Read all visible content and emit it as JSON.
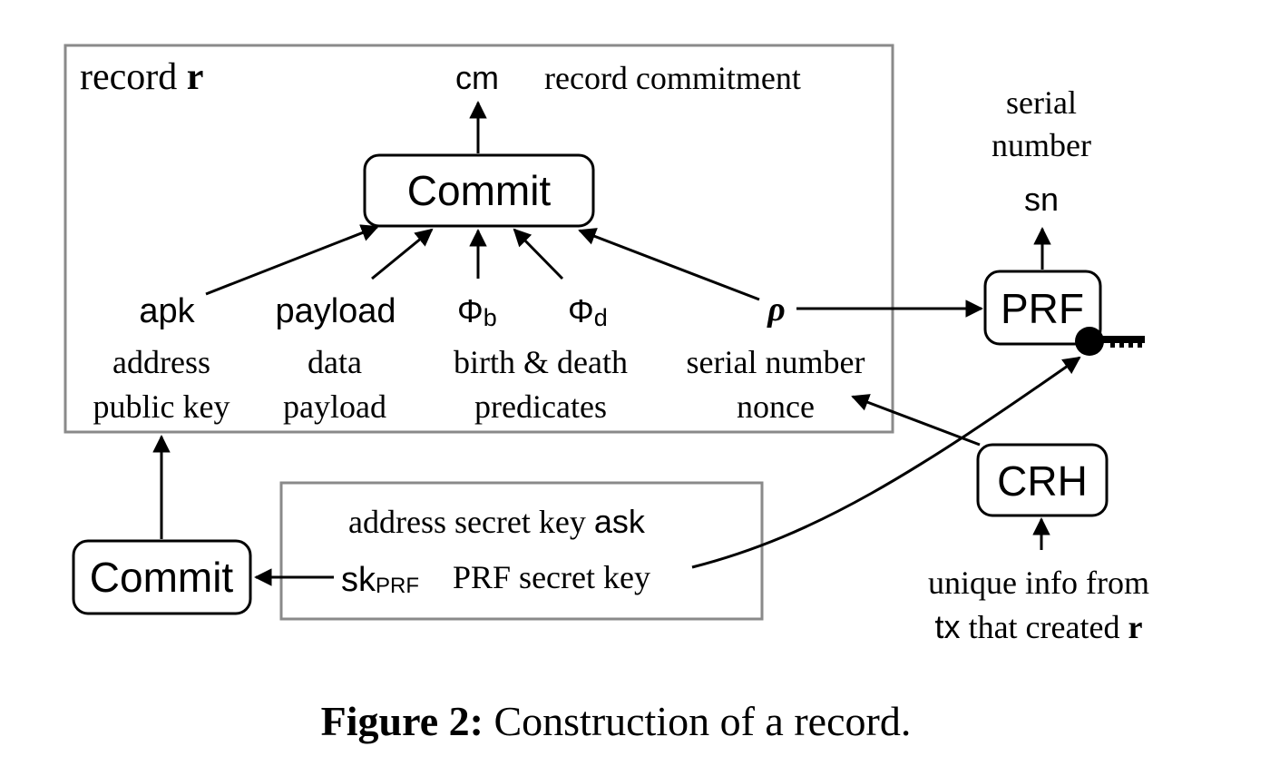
{
  "record_box": {
    "title_word": "record",
    "title_var": "r"
  },
  "output": {
    "cm": "cm",
    "cm_desc": "record commitment"
  },
  "commit_top": "Commit",
  "inputs": {
    "apk": {
      "symbol": "apk",
      "desc_line1": "address",
      "desc_line2": "public key"
    },
    "payload": {
      "symbol": "payload",
      "desc_line1": "data",
      "desc_line2": "payload"
    },
    "phi_b": {
      "base": "Φ",
      "sub": "b"
    },
    "phi_d": {
      "base": "Φ",
      "sub": "d"
    },
    "predicates": {
      "desc_line1": "birth & death",
      "desc_line2": "predicates"
    },
    "rho": {
      "symbol": "ρ",
      "desc_line1": "serial number",
      "desc_line2": "nonce"
    }
  },
  "serial": {
    "label_line1": "serial",
    "label_line2": "number",
    "symbol": "sn"
  },
  "prf": "PRF",
  "crh": "CRH",
  "unique_info": {
    "line1": "unique info from",
    "line2_sym": "tx",
    "line2_text": "that created",
    "line2_var": "r"
  },
  "secret_box": {
    "ask_text": "address secret key",
    "ask_sym": "ask",
    "skprf_base": "sk",
    "skprf_sub": "PRF",
    "skprf_desc": "PRF secret key"
  },
  "commit_bottom": "Commit",
  "caption": {
    "label": "Figure 2:",
    "text": "Construction of a record."
  }
}
